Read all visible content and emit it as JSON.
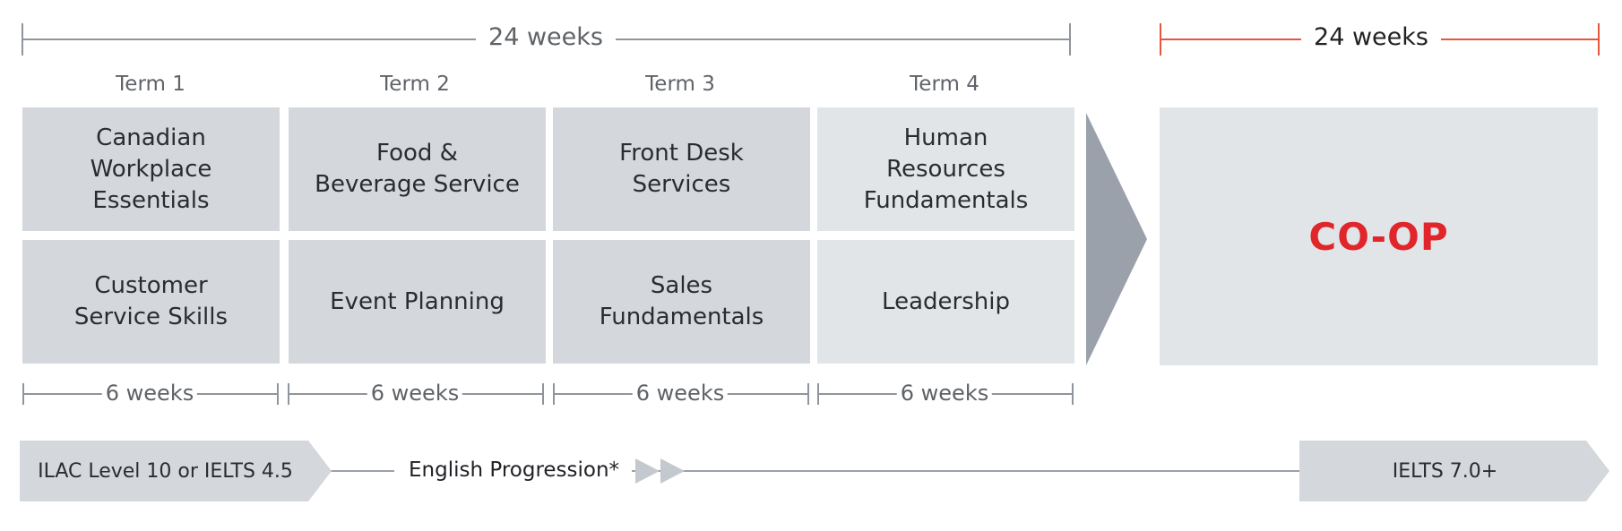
{
  "program_span": {
    "label": "24 weeks"
  },
  "coop_span": {
    "label": "24 weeks",
    "color": "#e8553d"
  },
  "terms": [
    {
      "label": "Term 1",
      "courses": [
        "Canadian\nWorkplace\nEssentials",
        "Customer\nService Skills"
      ],
      "duration": "6 weeks"
    },
    {
      "label": "Term 2",
      "courses": [
        "Food &\nBeverage Service",
        "Event Planning"
      ],
      "duration": "6 weeks"
    },
    {
      "label": "Term 3",
      "courses": [
        "Front Desk\nServices",
        "Sales\nFundamentals"
      ],
      "duration": "6 weeks"
    },
    {
      "label": "Term 4",
      "courses": [
        "Human\nResources\nFundamentals",
        "Leadership"
      ],
      "duration": "6 weeks"
    }
  ],
  "coop": {
    "label": "CO-OP",
    "color": "#e0262b"
  },
  "english": {
    "start": "ILAC Level 10 or IELTS 4.5",
    "progression": "English Progression*",
    "end": "IELTS 7.0+"
  },
  "colors": {
    "box_dark": "#d4d8dc",
    "box_light": "#e2e5e8",
    "arrow": "#9aa1ab",
    "line": "#8f959c"
  }
}
